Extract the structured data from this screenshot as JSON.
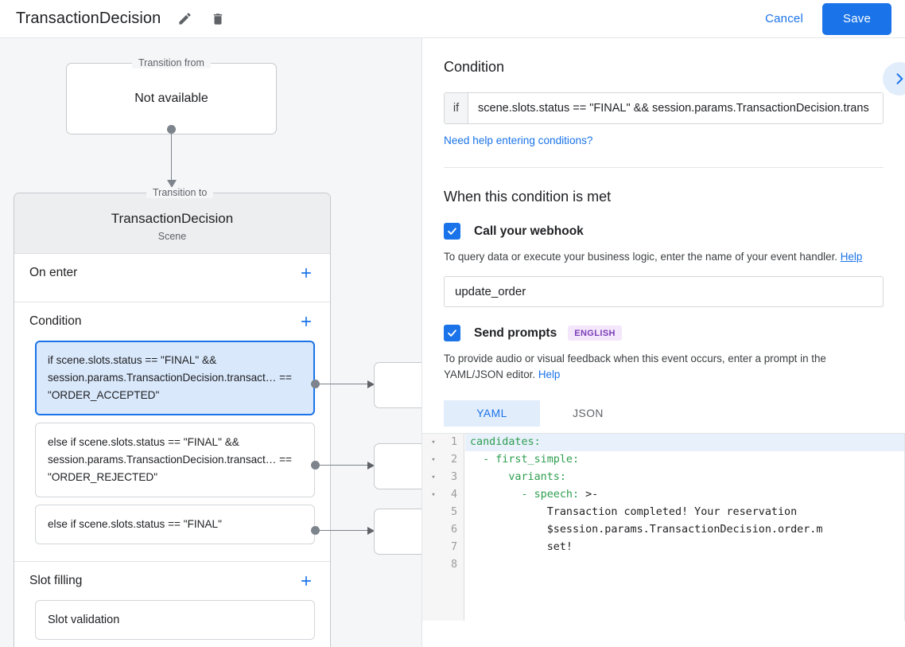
{
  "topbar": {
    "title": "TransactionDecision",
    "edit_icon": "pencil-icon",
    "delete_icon": "trash-icon",
    "cancel_label": "Cancel",
    "save_label": "Save",
    "accent_color": "#1a73e8"
  },
  "canvas": {
    "transition_from": {
      "legend": "Transition from",
      "value": "Not available"
    },
    "transition_to": {
      "legend": "Transition to",
      "title": "TransactionDecision",
      "subtitle": "Scene"
    },
    "sections": [
      {
        "label": "On enter",
        "add_label": "+"
      },
      {
        "label": "Condition",
        "add_label": "+"
      },
      {
        "label": "Slot filling",
        "add_label": "+"
      }
    ],
    "conditions": [
      {
        "text": "if scene.slots.status == \"FINAL\" && session.params.TransactionDecision.transact… == \"ORDER_ACCEPTED\"",
        "selected": true
      },
      {
        "text": "else if scene.slots.status == \"FINAL\" && session.params.TransactionDecision.transact… == \"ORDER_REJECTED\"",
        "selected": false
      },
      {
        "text": "else if scene.slots.status == \"FINAL\"",
        "selected": false
      }
    ],
    "slot_filling": [
      {
        "text": "Slot validation"
      }
    ]
  },
  "right_panel": {
    "condition_heading": "Condition",
    "expand_icon": "chevron-right-icon",
    "if_label": "if",
    "if_value": "scene.slots.status == \"FINAL\" && session.params.TransactionDecision.trans",
    "help_conditions_link": "Need help entering conditions?",
    "when_met_heading": "When this condition is met",
    "webhook": {
      "checkbox_state": "checked",
      "label": "Call your webhook",
      "hint": "To query data or execute your business logic, enter the name of your event handler.",
      "hint_link": "Help",
      "value": "update_order"
    },
    "prompts": {
      "checkbox_state": "checked",
      "label": "Send prompts",
      "badge": "ENGLISH",
      "hint": "To provide audio or visual feedback when this event occurs, enter a prompt in the YAML/JSON editor.",
      "hint_link": "Help",
      "tabs": [
        {
          "label": "YAML",
          "active": true
        },
        {
          "label": "JSON",
          "active": false
        }
      ]
    },
    "editor": {
      "lines": [
        {
          "num": "1",
          "fold": "▾",
          "highlight": true,
          "indent": "",
          "key": "candidates:",
          "rest": ""
        },
        {
          "num": "2",
          "fold": "▾",
          "highlight": false,
          "indent": "  ",
          "key": "- first_simple:",
          "rest": ""
        },
        {
          "num": "3",
          "fold": "▾",
          "highlight": false,
          "indent": "      ",
          "key": "variants:",
          "rest": ""
        },
        {
          "num": "4",
          "fold": "▾",
          "highlight": false,
          "indent": "        ",
          "key": "- speech:",
          "rest": " >-"
        },
        {
          "num": "5",
          "fold": "",
          "highlight": false,
          "indent": "            ",
          "key": "",
          "rest": "Transaction completed! Your reservation"
        },
        {
          "num": "6",
          "fold": "",
          "highlight": false,
          "indent": "            ",
          "key": "",
          "rest": "$session.params.TransactionDecision.order.m"
        },
        {
          "num": "7",
          "fold": "",
          "highlight": false,
          "indent": "            ",
          "key": "",
          "rest": "set!"
        },
        {
          "num": "8",
          "fold": "",
          "highlight": false,
          "indent": "",
          "key": "",
          "rest": ""
        }
      ]
    }
  }
}
